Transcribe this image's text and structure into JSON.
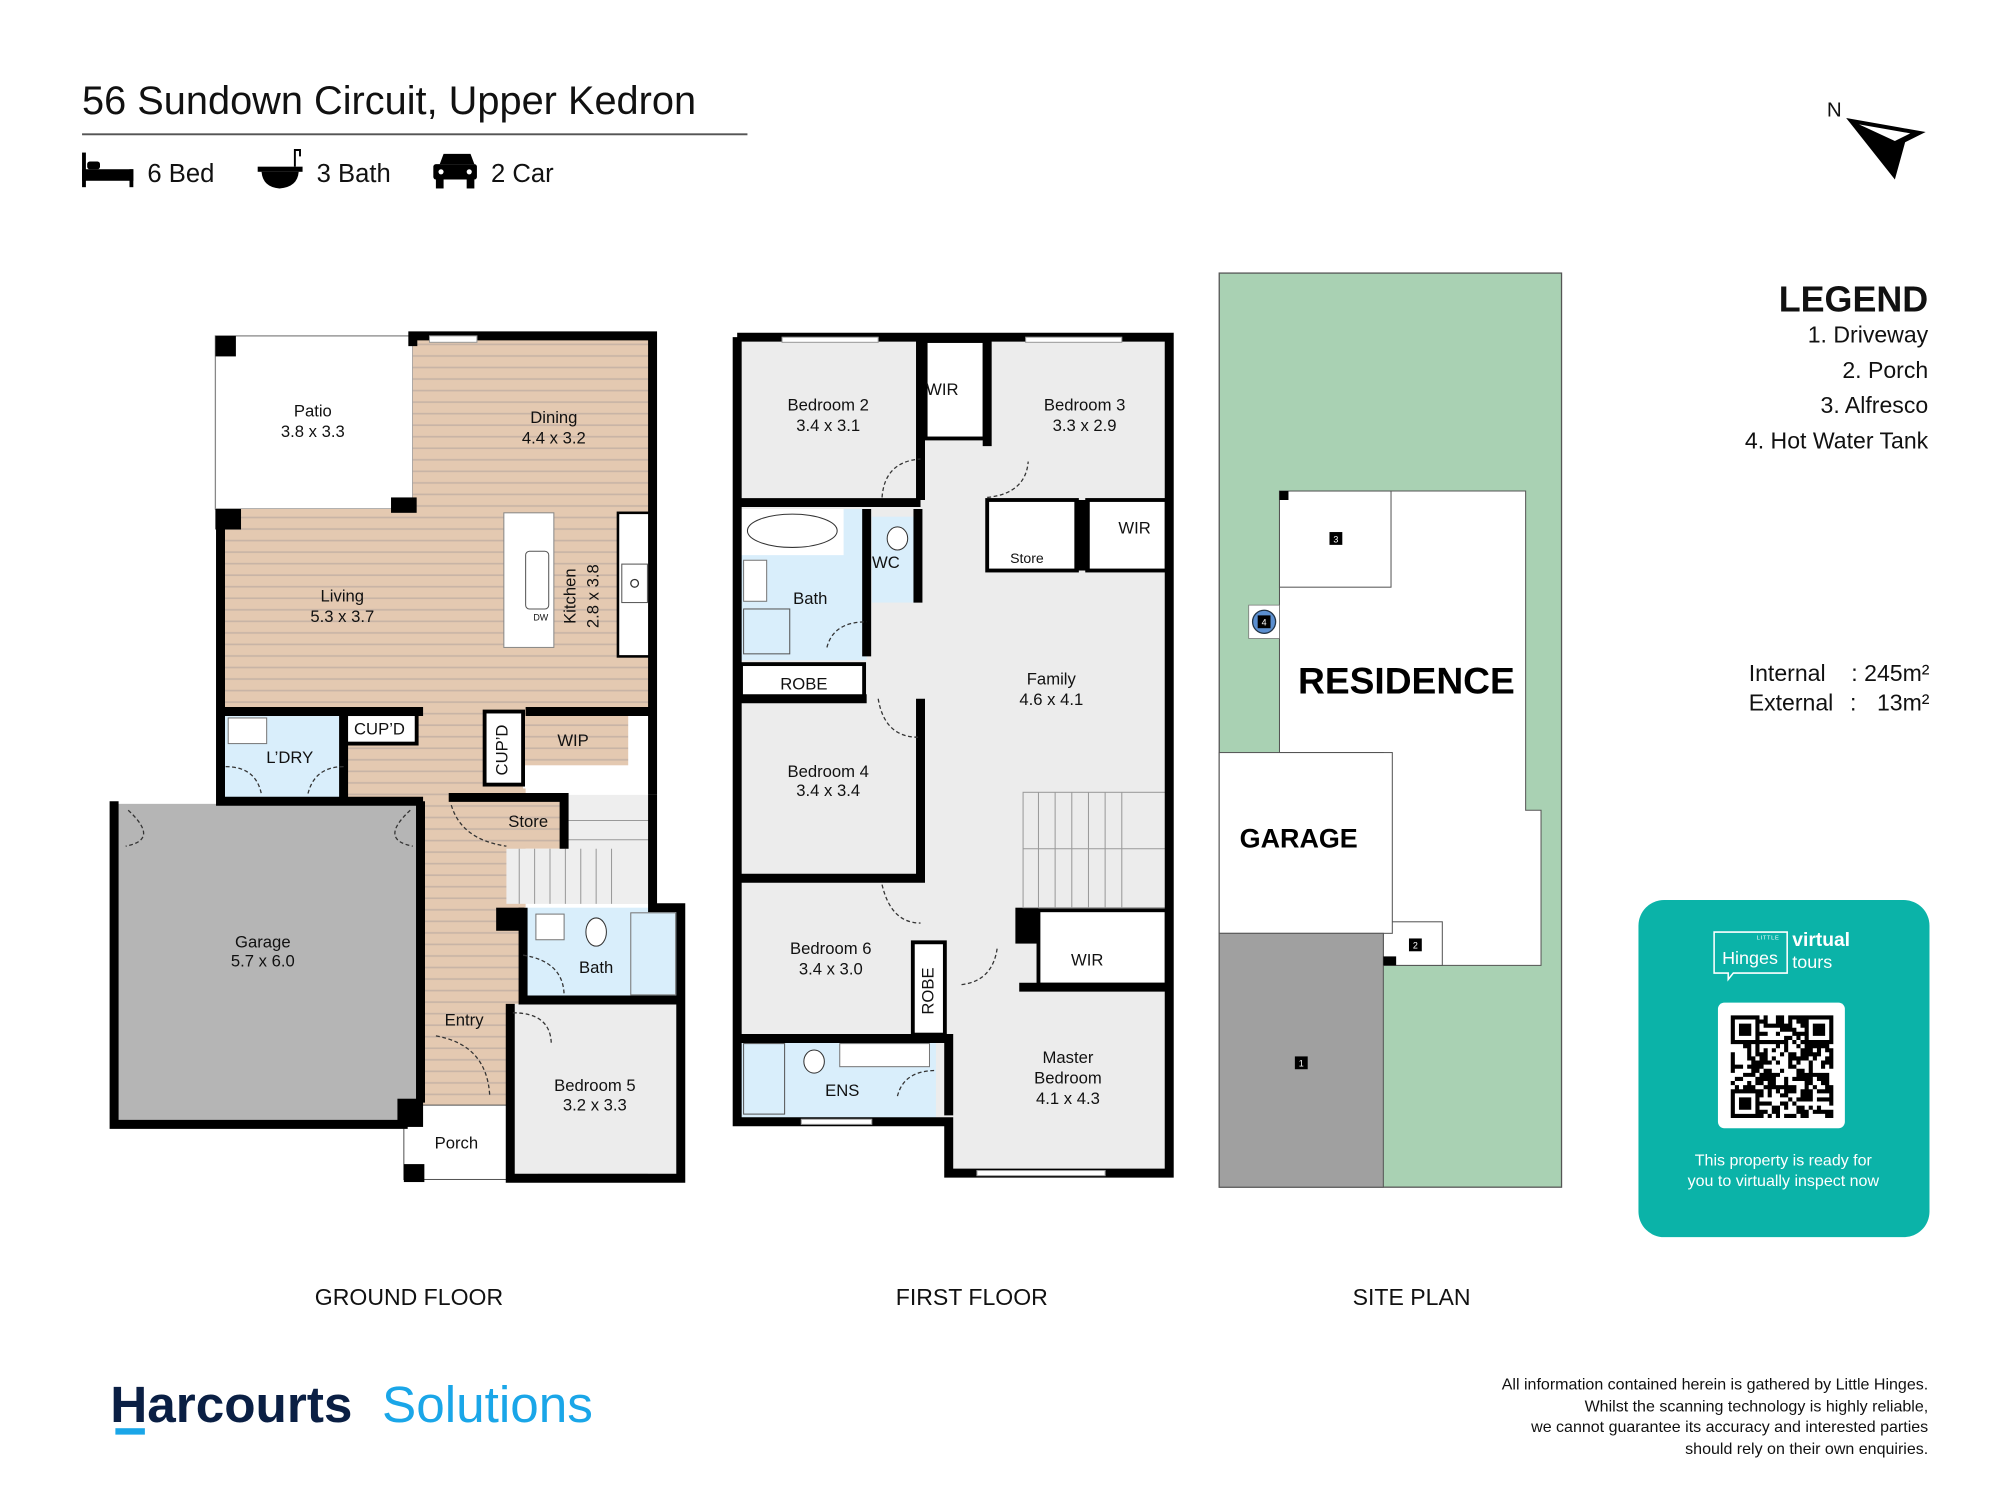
{
  "header": {
    "title": "56 Sundown Circuit, Upper Kedron",
    "features": [
      {
        "icon": "bed-icon",
        "label": "6 Bed"
      },
      {
        "icon": "bathtub-icon",
        "label": "3 Bath"
      },
      {
        "icon": "car-icon",
        "label": "2 Car"
      }
    ]
  },
  "compass": {
    "label": "N"
  },
  "ground_floor": {
    "title": "GROUND FLOOR",
    "rooms": {
      "patio": {
        "name": "Patio",
        "size": "3.8 x 3.3"
      },
      "dining": {
        "name": "Dining",
        "size": "4.4 x 3.2"
      },
      "living": {
        "name": "Living",
        "size": "5.3 x 3.7"
      },
      "kitchen": {
        "name": "Kitchen",
        "size": "2.8 x 3.8"
      },
      "laundry": {
        "name": "L’DRY"
      },
      "cupd1": {
        "name": "CUP’D"
      },
      "cupd2": {
        "name": "CUP’D"
      },
      "wip": {
        "name": "WIP"
      },
      "store": {
        "name": "Store"
      },
      "garage": {
        "name": "Garage",
        "size": "5.7 x 6.0"
      },
      "bath": {
        "name": "Bath"
      },
      "entry": {
        "name": "Entry"
      },
      "bedroom5": {
        "name": "Bedroom 5",
        "size": "3.2 x 3.3"
      },
      "porch": {
        "name": "Porch"
      }
    },
    "dishwasher_label": "DW"
  },
  "first_floor": {
    "title": "FIRST FLOOR",
    "rooms": {
      "bedroom2": {
        "name": "Bedroom 2",
        "size": "3.4 x 3.1"
      },
      "wir1": {
        "name": "WIR"
      },
      "bedroom3": {
        "name": "Bedroom 3",
        "size": "3.3 x 2.9"
      },
      "bath": {
        "name": "Bath"
      },
      "wc": {
        "name": "WC"
      },
      "store": {
        "name": "Store"
      },
      "wir2": {
        "name": "WIR"
      },
      "robe1": {
        "name": "ROBE"
      },
      "family": {
        "name": "Family",
        "size": "4.6 x 4.1"
      },
      "bedroom4": {
        "name": "Bedroom 4",
        "size": "3.4 x 3.4"
      },
      "bedroom6": {
        "name": "Bedroom 6",
        "size": "3.4 x 3.0"
      },
      "robe2": {
        "name": "ROBE"
      },
      "wir3": {
        "name": "WIR"
      },
      "master": {
        "name1": "Master",
        "name2": "Bedroom",
        "size": "4.1 x 4.3"
      },
      "ens": {
        "name": "ENS"
      }
    }
  },
  "site_plan": {
    "title": "SITE PLAN",
    "residence": "RESIDENCE",
    "garage": "GARAGE",
    "markers": [
      "1",
      "2",
      "3",
      "4"
    ]
  },
  "legend": {
    "title": "LEGEND",
    "items": [
      "1. Driveway",
      "2. Porch",
      "3. Alfresco",
      "4. Hot Water Tank"
    ]
  },
  "areas": {
    "internal_label": "Internal",
    "internal_value": ": 245m²",
    "external_label": "External",
    "external_sep": ":",
    "external_value": "13m²"
  },
  "virtual_tour_card": {
    "logo_small": "LITTLE",
    "logo_name": "Hinges",
    "logo_line1": "virtual",
    "logo_line2": "tours",
    "message_line1": "This property is ready for",
    "message_line2": "you to virtually inspect now",
    "color": "#0bb3a8"
  },
  "footer": {
    "brand_main": "Harcourts",
    "brand_sub": "Solutions",
    "brand_color": "#0a1f44",
    "brand_accent": "#1aa6e8",
    "disclaimer": [
      "All information contained herein is gathered by Little Hinges.",
      "Whilst the scanning technology is highly reliable,",
      "we cannot guarantee its accuracy and interested parties",
      "should rely on their own enquiries."
    ]
  }
}
